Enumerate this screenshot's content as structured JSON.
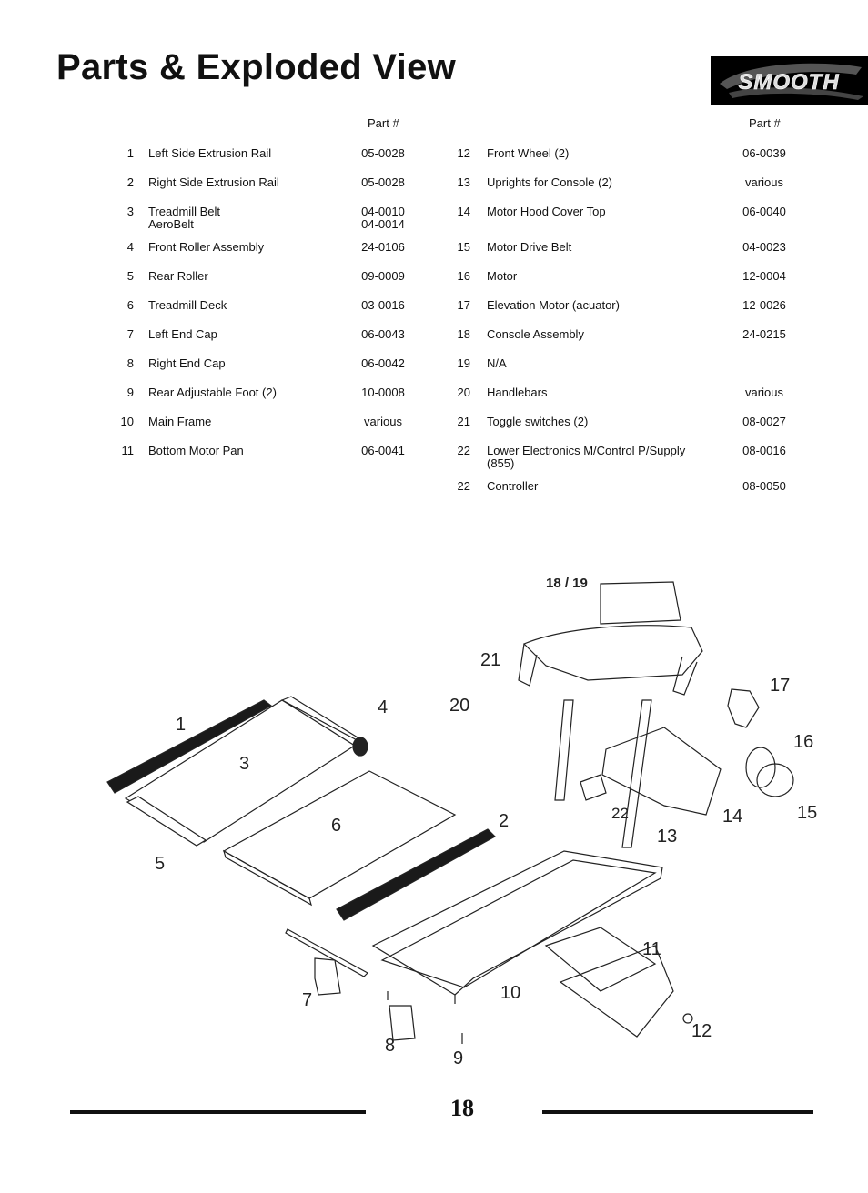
{
  "page": {
    "title": "Parts & Exploded View",
    "logo_text": "SMOOTH",
    "page_number": "18"
  },
  "table": {
    "part_header": "Part #",
    "left": [
      {
        "num": "1",
        "name": "Left Side Extrusion Rail",
        "part": "05-0028"
      },
      {
        "num": "2",
        "name": "Right Side Extrusion Rail",
        "part": "05-0028"
      },
      {
        "num": "3",
        "name": "Treadmill Belt",
        "name2": "AeroBelt",
        "part": "04-0010",
        "part2": "04-0014"
      },
      {
        "num": "4",
        "name": "Front Roller Assembly",
        "part": "24-0106"
      },
      {
        "num": "5",
        "name": "Rear Roller",
        "part": "09-0009"
      },
      {
        "num": "6",
        "name": "Treadmill Deck",
        "part": "03-0016"
      },
      {
        "num": "7",
        "name": "Left End Cap",
        "part": "06-0043"
      },
      {
        "num": "8",
        "name": "Right End Cap",
        "part": "06-0042"
      },
      {
        "num": "9",
        "name": "Rear Adjustable Foot (2)",
        "part": "10-0008"
      },
      {
        "num": "10",
        "name": "Main Frame",
        "part": "various"
      },
      {
        "num": "11",
        "name": "Bottom Motor Pan",
        "part": "06-0041"
      }
    ],
    "right": [
      {
        "num": "12",
        "name": "Front Wheel (2)",
        "part": "06-0039"
      },
      {
        "num": "13",
        "name": "Uprights for Console (2)",
        "part": "various"
      },
      {
        "num": "14",
        "name": "Motor Hood Cover Top",
        "part": "06-0040"
      },
      {
        "num": "15",
        "name": "Motor Drive Belt",
        "part": "04-0023"
      },
      {
        "num": "16",
        "name": "Motor",
        "part": "12-0004"
      },
      {
        "num": "17",
        "name": "Elevation Motor (acuator)",
        "part": "12-0026"
      },
      {
        "num": "18",
        "name": "Console Assembly",
        "part": "24-0215"
      },
      {
        "num": "19",
        "name": "N/A",
        "part": ""
      },
      {
        "num": "20",
        "name": "Handlebars",
        "part": "various"
      },
      {
        "num": "21",
        "name": "Toggle switches (2)",
        "part": "08-0027"
      },
      {
        "num": "22",
        "name": "Lower Electronics M/Control P/Supply",
        "name2": "(855)",
        "part": "08-0016"
      },
      {
        "num": "22",
        "name": "Controller",
        "part": "08-0050"
      }
    ]
  },
  "diagram": {
    "callouts": [
      "1",
      "2",
      "3",
      "4",
      "5",
      "6",
      "7",
      "8",
      "9",
      "10",
      "11",
      "12",
      "13",
      "14",
      "15",
      "16",
      "17",
      "18 / 19",
      "20",
      "21",
      "22"
    ]
  }
}
